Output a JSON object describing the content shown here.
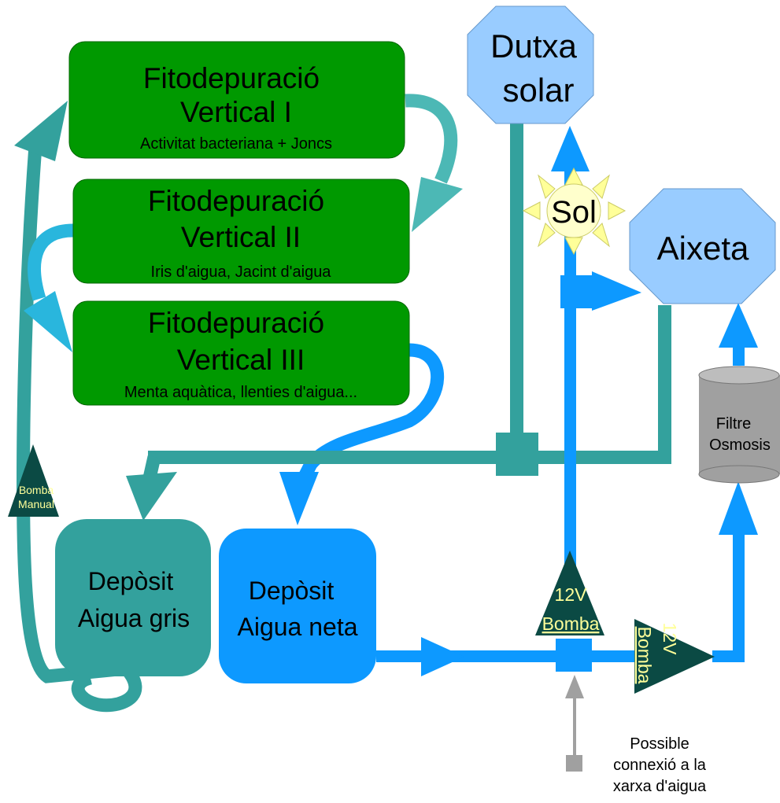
{
  "colors": {
    "green_box": "#009900",
    "teal": "#33a19d",
    "teal_light": "#4cb8b5",
    "cyan": "#29b6dd",
    "blue": "#0d99ff",
    "octagon": "#99ccff",
    "sun": "#ffffcc",
    "sun_ray": "#ffff99",
    "pump": "#0b4a44",
    "pump_text": "#ffff99",
    "filter": "#a0a0a0",
    "grey": "#a0a0a0"
  },
  "boxes": {
    "fito1": {
      "title1": "Fitodepuració",
      "title2": "Vertical I",
      "sub": "Activitat bacteriana + Joncs"
    },
    "fito2": {
      "title1": "Fitodepuració",
      "title2": "Vertical II",
      "sub": "Iris d'aigua, Jacint d'aigua"
    },
    "fito3": {
      "title1": "Fitodepuració",
      "title2": "Vertical III",
      "sub": "Menta aquàtica, llenties d'aigua..."
    }
  },
  "tanks": {
    "grey": {
      "line1": "Depòsit",
      "line2": "Aigua gris"
    },
    "clean": {
      "line1": "Depòsit",
      "line2": "Aigua neta"
    }
  },
  "outputs": {
    "shower": {
      "line1": "Dutxa",
      "line2": "solar"
    },
    "tap": {
      "label": "Aixeta"
    }
  },
  "sun": {
    "label": "Sol"
  },
  "filter": {
    "line1": "Filtre",
    "line2": "Osmosis"
  },
  "pumps": {
    "manual": {
      "line1": "Bomba",
      "line2": "Manual"
    },
    "pump_up": {
      "line1": "12V",
      "line2": "Bomba"
    },
    "pump_right": {
      "line1": "12V",
      "line2": "Bomba"
    }
  },
  "note": {
    "line1": "Possible",
    "line2": "connexió a la",
    "line3": "xarxa d'aigua"
  }
}
